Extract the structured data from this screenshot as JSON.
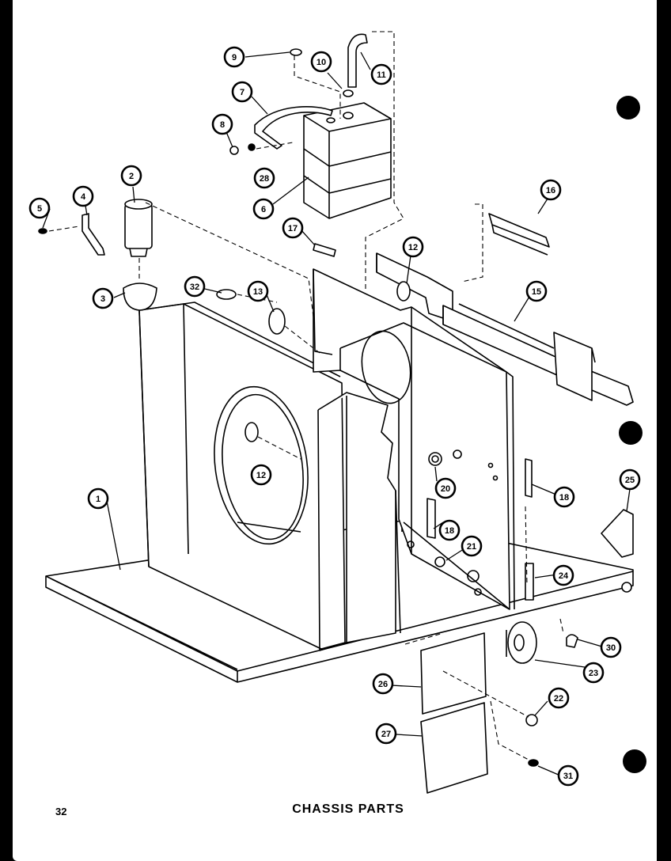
{
  "document": {
    "page_number": "32",
    "title": "CHASSIS PARTS"
  },
  "callouts": [
    {
      "id": "c1",
      "label": "1"
    },
    {
      "id": "c2",
      "label": "2"
    },
    {
      "id": "c3",
      "label": "3"
    },
    {
      "id": "c4",
      "label": "4"
    },
    {
      "id": "c5",
      "label": "5"
    },
    {
      "id": "c6",
      "label": "6"
    },
    {
      "id": "c7",
      "label": "7"
    },
    {
      "id": "c8",
      "label": "8"
    },
    {
      "id": "c9",
      "label": "9"
    },
    {
      "id": "c10",
      "label": "10"
    },
    {
      "id": "c11",
      "label": "11"
    },
    {
      "id": "c12a",
      "label": "12"
    },
    {
      "id": "c12b",
      "label": "12"
    },
    {
      "id": "c13",
      "label": "13"
    },
    {
      "id": "c15",
      "label": "15"
    },
    {
      "id": "c16",
      "label": "16"
    },
    {
      "id": "c17",
      "label": "17"
    },
    {
      "id": "c18a",
      "label": "18"
    },
    {
      "id": "c18b",
      "label": "18"
    },
    {
      "id": "c20",
      "label": "20"
    },
    {
      "id": "c21",
      "label": "21"
    },
    {
      "id": "c22",
      "label": "22"
    },
    {
      "id": "c23",
      "label": "23"
    },
    {
      "id": "c24",
      "label": "24"
    },
    {
      "id": "c25",
      "label": "25"
    },
    {
      "id": "c26",
      "label": "26"
    },
    {
      "id": "c27",
      "label": "27"
    },
    {
      "id": "c28a",
      "label": "28"
    },
    {
      "id": "c30",
      "label": "30"
    },
    {
      "id": "c31",
      "label": "31"
    },
    {
      "id": "c32",
      "label": "32"
    }
  ]
}
